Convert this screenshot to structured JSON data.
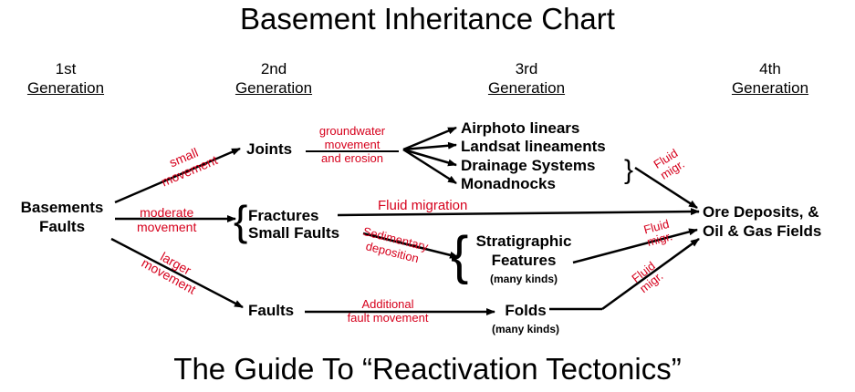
{
  "title": "Basement Inheritance Chart",
  "footer": "The Guide To “Reactivation Tectonics”",
  "generations": [
    {
      "num": "1st",
      "label": "Generation"
    },
    {
      "num": "2nd",
      "label": "Generation"
    },
    {
      "num": "3rd",
      "label": "Generation"
    },
    {
      "num": "4th",
      "label": "Generation"
    }
  ],
  "nodes": {
    "basements_line1": "Basements",
    "basements_line2": "Faults",
    "joints": "Joints",
    "fractures": "Fractures",
    "small_faults": "Small Faults",
    "faults": "Faults",
    "airphoto": "Airphoto linears",
    "landsat": "Landsat lineaments",
    "drainage": "Drainage Systems",
    "monadnocks": "Monadnocks",
    "strat_line1": "Stratigraphic",
    "strat_line2": "Features",
    "strat_kinds": "(many kinds)",
    "folds": "Folds",
    "folds_kinds": "(many kinds)",
    "ore_line1": "Ore Deposits, &",
    "ore_line2": "Oil & Gas Fields"
  },
  "edge_labels": {
    "small_1": "small",
    "small_2": "movement",
    "moderate_1": "moderate",
    "moderate_2": "movement",
    "larger_1": "larger",
    "larger_2": "movement",
    "groundwater_1": "groundwater",
    "groundwater_2": "movement",
    "groundwater_3": "and erosion",
    "fluid_migration": "Fluid migration",
    "sed_1": "Sedimentary",
    "sed_2": "deposition",
    "additional_1": "Additional",
    "additional_2": "fault movement",
    "fluid_1a": "Fluid",
    "fluid_1b": "migr.",
    "fluid_2a": "Fluid",
    "fluid_2b": "migr.",
    "fluid_3a": "Fluid",
    "fluid_3b": "migr."
  },
  "colors": {
    "label_red": "#d6001c",
    "line": "#000000"
  }
}
